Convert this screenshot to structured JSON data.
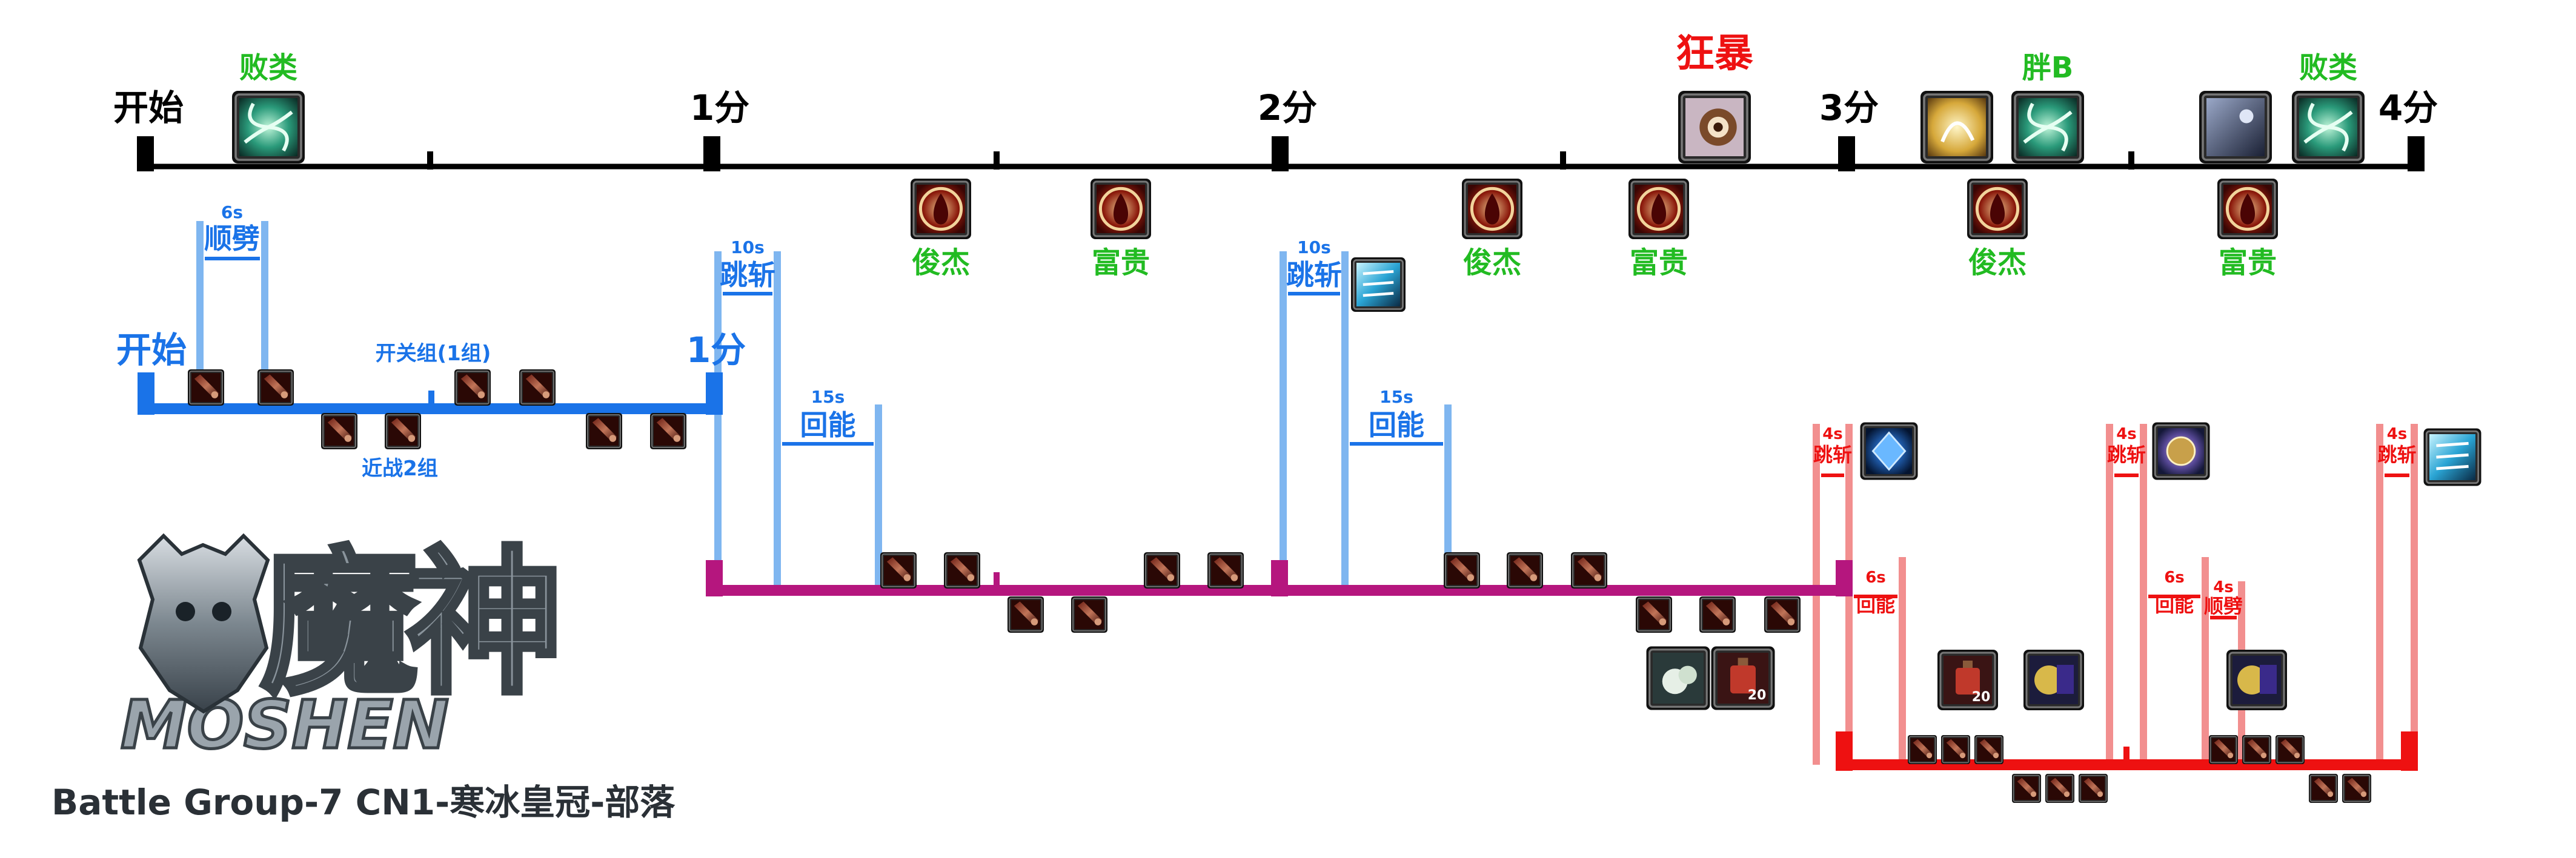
{
  "main_timeline": {
    "tick_labels": [
      "开始",
      "1分",
      "2分",
      "3分",
      "4分"
    ],
    "enrage_label": "狂暴",
    "top_events": [
      {
        "label": "败类",
        "icon": "green-claw-icon"
      },
      {
        "label": "胖B",
        "icon": "green-claw-icon"
      },
      {
        "label": "败类",
        "icon": "green-claw-icon"
      }
    ],
    "bottom_events": [
      {
        "label": "俊杰",
        "icon": "blood-drop-icon"
      },
      {
        "label": "富贵",
        "icon": "blood-drop-icon"
      },
      {
        "label": "俊杰",
        "icon": "blood-drop-icon"
      },
      {
        "label": "富贵",
        "icon": "blood-drop-icon"
      },
      {
        "label": "俊杰",
        "icon": "blood-drop-icon"
      },
      {
        "label": "富贵",
        "icon": "blood-drop-icon"
      }
    ]
  },
  "phase1": {
    "start_label": "开始",
    "end_label": "1分",
    "window_duration": "6s",
    "window_label": "顺劈",
    "upper_group_label": "开关组(1组)",
    "lower_group_label": "近战2组"
  },
  "phase2": {
    "windows": [
      {
        "duration": "10s",
        "label": "跳斩"
      },
      {
        "duration": "15s",
        "label": "回能"
      },
      {
        "duration": "10s",
        "label": "跳斩"
      },
      {
        "duration": "15s",
        "label": "回能"
      }
    ]
  },
  "phase3": {
    "windows": [
      {
        "duration": "4s",
        "label": "跳斩"
      },
      {
        "duration": "6s",
        "label": "回能"
      },
      {
        "duration": "4s",
        "label": "跳斩"
      },
      {
        "duration": "6s",
        "label": "回能"
      },
      {
        "duration": "4s",
        "label": "顺劈"
      },
      {
        "duration": "4s",
        "label": "跳斩"
      }
    ],
    "stack_counts": [
      "20",
      "20"
    ]
  },
  "logo": {
    "title_cn": "魔神",
    "title_en": "MOSHEN",
    "subtitle": "Battle Group-7    CN1-寒冰皇冠-部落"
  },
  "colors": {
    "main_line": "#000000",
    "phase1": "#1a73e8",
    "phase1_window": "#7fb6f0",
    "phase2": "#b5167e",
    "phase3": "#ee1111",
    "phase3_window": "#f28f8f",
    "label_green": "#22bb22",
    "enrage": "#ee1111"
  }
}
